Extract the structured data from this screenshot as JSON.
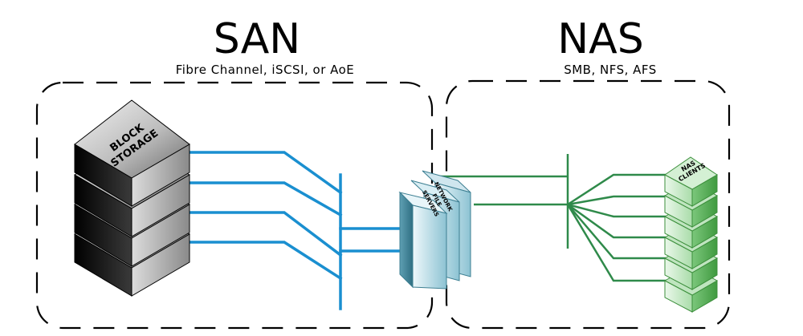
{
  "san": {
    "title": "SAN",
    "subtitle": "Fibre Channel, iSCSI, or AoE",
    "storage_label_line1": "BLOCK",
    "storage_label_line2": "STORAGE"
  },
  "nas": {
    "title": "NAS",
    "subtitle": "SMB, NFS, AFS",
    "clients_label_line1": "NAS",
    "clients_label_line2": "CLIENTS"
  },
  "file_servers": {
    "label_line1": "NETWORK",
    "label_line2": "FILE",
    "label_line3": "SERVERS"
  },
  "colors": {
    "san_links": "#1a8fd0",
    "nas_links": "#2f8a4a",
    "storage_dark": "#1a1a1a",
    "storage_light": "#d9d9d9",
    "server_light": "#d5ecf2",
    "server_dark": "#5e9fb3",
    "client_light": "#cfeccf",
    "client_dark": "#4fae4f"
  }
}
